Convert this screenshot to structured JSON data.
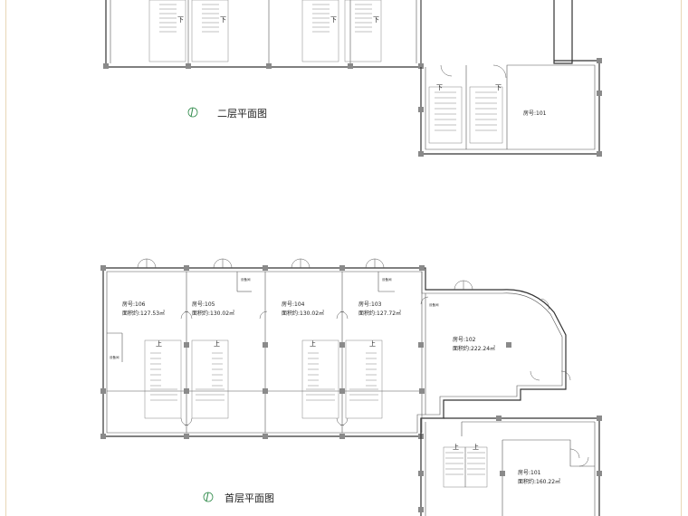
{
  "second_floor": {
    "title": "二层平面图",
    "stair_down_label": "下",
    "room_101_label": "房号:101"
  },
  "ground_floor": {
    "title": "首层平面图",
    "stair_up_label": "上",
    "equipment_label": "设备间",
    "rooms": [
      {
        "number": "房号:106",
        "area": "面积约:127.53㎡"
      },
      {
        "number": "房号:105",
        "area": "面积约:130.02㎡"
      },
      {
        "number": "房号:104",
        "area": "面积约:130.02㎡"
      },
      {
        "number": "房号:103",
        "area": "面积约:127.72㎡"
      },
      {
        "number": "房号:102",
        "area": "面积约:222.24㎡"
      },
      {
        "number": "房号:101",
        "area": "面积约:160.22㎡"
      }
    ]
  }
}
